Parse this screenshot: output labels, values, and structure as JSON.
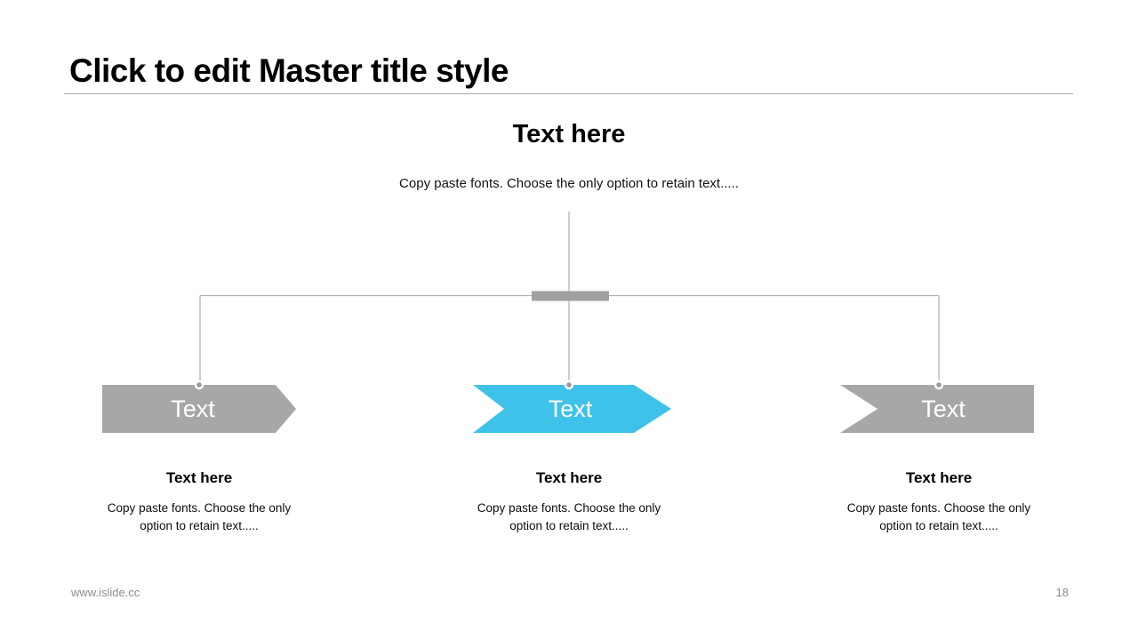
{
  "slide": {
    "title": "Click to edit Master title style",
    "section": {
      "heading": "Text here",
      "subtitle": "Copy paste fonts. Choose the only option to retain text....."
    },
    "steps": [
      {
        "arrow_label": "Text",
        "shape": "arrow-start-flat-tail-pointed-head",
        "color": "#a7a7a7",
        "heading": "Text here",
        "body_lines": [
          "Copy paste fonts. Choose the only",
          "option to retain text....."
        ]
      },
      {
        "arrow_label": "Text",
        "shape": "chevron-notched-tail-pointed-head",
        "color": "#3fc2ea",
        "heading": "Text here",
        "body_lines": [
          "Copy paste fonts. Choose the only",
          "option to retain text....."
        ]
      },
      {
        "arrow_label": "Text",
        "shape": "arrow-notched-tail-flat-head",
        "color": "#a7a7a7",
        "heading": "Text here",
        "body_lines": [
          "Copy paste fonts. Choose the only",
          "option to retain text....."
        ]
      }
    ],
    "footer": {
      "website": "www.islide.cc",
      "page_number": "18"
    },
    "colors": {
      "accent_blue": "#3fc2ea",
      "shape_gray": "#a7a7a7",
      "connector_line": "#b3b3b3",
      "connector_bar": "#a0a0a0",
      "node_dot": "#9a9a9a",
      "title_rule": "#a9a9a9",
      "footer_text": "#8c8c8c"
    }
  }
}
